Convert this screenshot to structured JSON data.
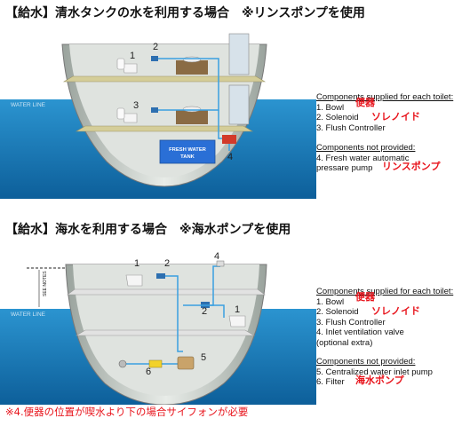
{
  "section_fresh": {
    "title": "【給水】清水タンクの水を利用する場合　※リンスポンプを使用",
    "water_line": "WATER LINE",
    "tank_label_1": "FRESH WATER",
    "tank_label_2": "TANK",
    "numbers": [
      "1",
      "2",
      "3",
      "4"
    ],
    "supplied_header": "Components supplied for each toilet:",
    "supplied": [
      {
        "text": "1. Bowl",
        "jp": "便器"
      },
      {
        "text": "2. Solenoid",
        "jp": "ソレノイド"
      },
      {
        "text": "3. Flush Controller",
        "jp": ""
      }
    ],
    "not_provided_header": "Components not provided:",
    "not_provided": [
      {
        "text": "4. Fresh water automatic",
        "jp": ""
      },
      {
        "text": "pressare pump",
        "jp": "リンスポンプ"
      }
    ]
  },
  "section_sea": {
    "title": "【給水】海水を利用する場合　※海水ポンプを使用",
    "water_line": "WATER LINE",
    "see_notes": "SEE NOTES",
    "numbers": [
      "1",
      "2",
      "4",
      "2",
      "1",
      "5",
      "6"
    ],
    "supplied_header": "Components supplied for each toilet:",
    "supplied": [
      {
        "text": "1. Bowl",
        "jp": "便器"
      },
      {
        "text": "2. Solenoid",
        "jp": "ソレノイド"
      },
      {
        "text": "3. Flush Controller",
        "jp": ""
      },
      {
        "text": "4. Inlet ventilation valve",
        "jp": ""
      },
      {
        "text": "(optional extra)",
        "jp": ""
      }
    ],
    "not_provided_header": "Components not provided:",
    "not_provided": [
      {
        "text": "5. Centralized water inlet pump",
        "jp": ""
      },
      {
        "text": "6. Filter",
        "jp": "海水ポンプ"
      }
    ]
  },
  "footnote": "※4.便器の位置が喫水より下の場合サイフォンが必要",
  "colors": {
    "water": "#1d8ac8",
    "hull": "#c9cfc9",
    "deck": "#d8d2a2",
    "pipe": "#3aa0e0",
    "accent_red": "#e8141c"
  }
}
